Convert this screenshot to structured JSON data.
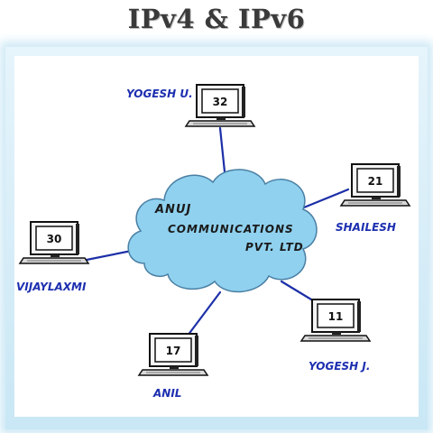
{
  "title": "IPv4 & IPv6",
  "cloud": {
    "line1": "ANUJ",
    "line2": "COMMUNICATIONS",
    "line3": "PVT. LTD"
  },
  "nodes": [
    {
      "id": "yogesh-u",
      "name": "YOGESH U.",
      "number": "32"
    },
    {
      "id": "shailesh",
      "name": "SHAILESH",
      "number": "21"
    },
    {
      "id": "vijaylaxmi",
      "name": "VIJAYLAXMI",
      "number": "30"
    },
    {
      "id": "yogesh-j",
      "name": "YOGESH J.",
      "number": "11"
    },
    {
      "id": "anil",
      "name": "ANIL",
      "number": "17"
    }
  ],
  "colors": {
    "cloud_fill": "#8fd1ef",
    "cloud_stroke": "#4a7fa3",
    "link": "#1c2fa8",
    "name_text": "#1d2fb0"
  }
}
